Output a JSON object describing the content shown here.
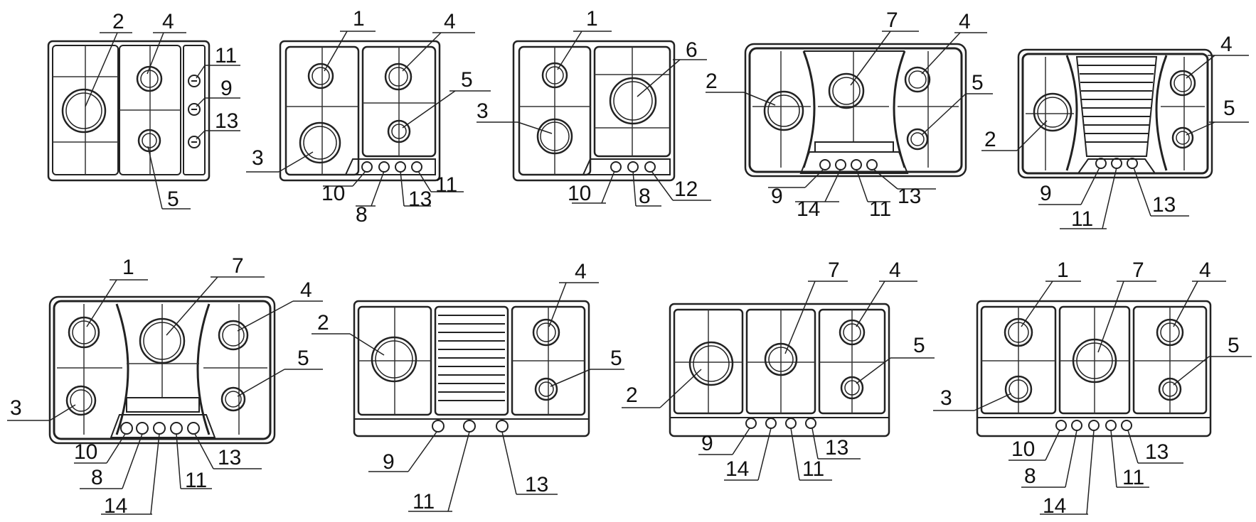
{
  "diagram": {
    "kind": "gas hob models with numbered parts",
    "hobs": [
      {
        "callouts": [
          "2",
          "4",
          "11",
          "9",
          "13",
          "5"
        ]
      },
      {
        "callouts": [
          "1",
          "4",
          "5",
          "3",
          "10",
          "8",
          "13",
          "11"
        ]
      },
      {
        "callouts": [
          "1",
          "6",
          "3",
          "10",
          "8",
          "12"
        ]
      },
      {
        "callouts": [
          "7",
          "4",
          "2",
          "5",
          "9",
          "14",
          "11",
          "13"
        ]
      },
      {
        "callouts": [
          "4",
          "5",
          "2",
          "9",
          "11",
          "13"
        ]
      },
      {
        "callouts": [
          "1",
          "7",
          "4",
          "5",
          "3",
          "10",
          "8",
          "11",
          "13",
          "14"
        ]
      },
      {
        "callouts": [
          "4",
          "2",
          "5",
          "9",
          "11",
          "13"
        ]
      },
      {
        "callouts": [
          "7",
          "4",
          "5",
          "2",
          "9",
          "14",
          "11",
          "13"
        ]
      },
      {
        "callouts": [
          "1",
          "7",
          "4",
          "5",
          "3",
          "10",
          "8",
          "14",
          "11",
          "13"
        ]
      }
    ]
  }
}
